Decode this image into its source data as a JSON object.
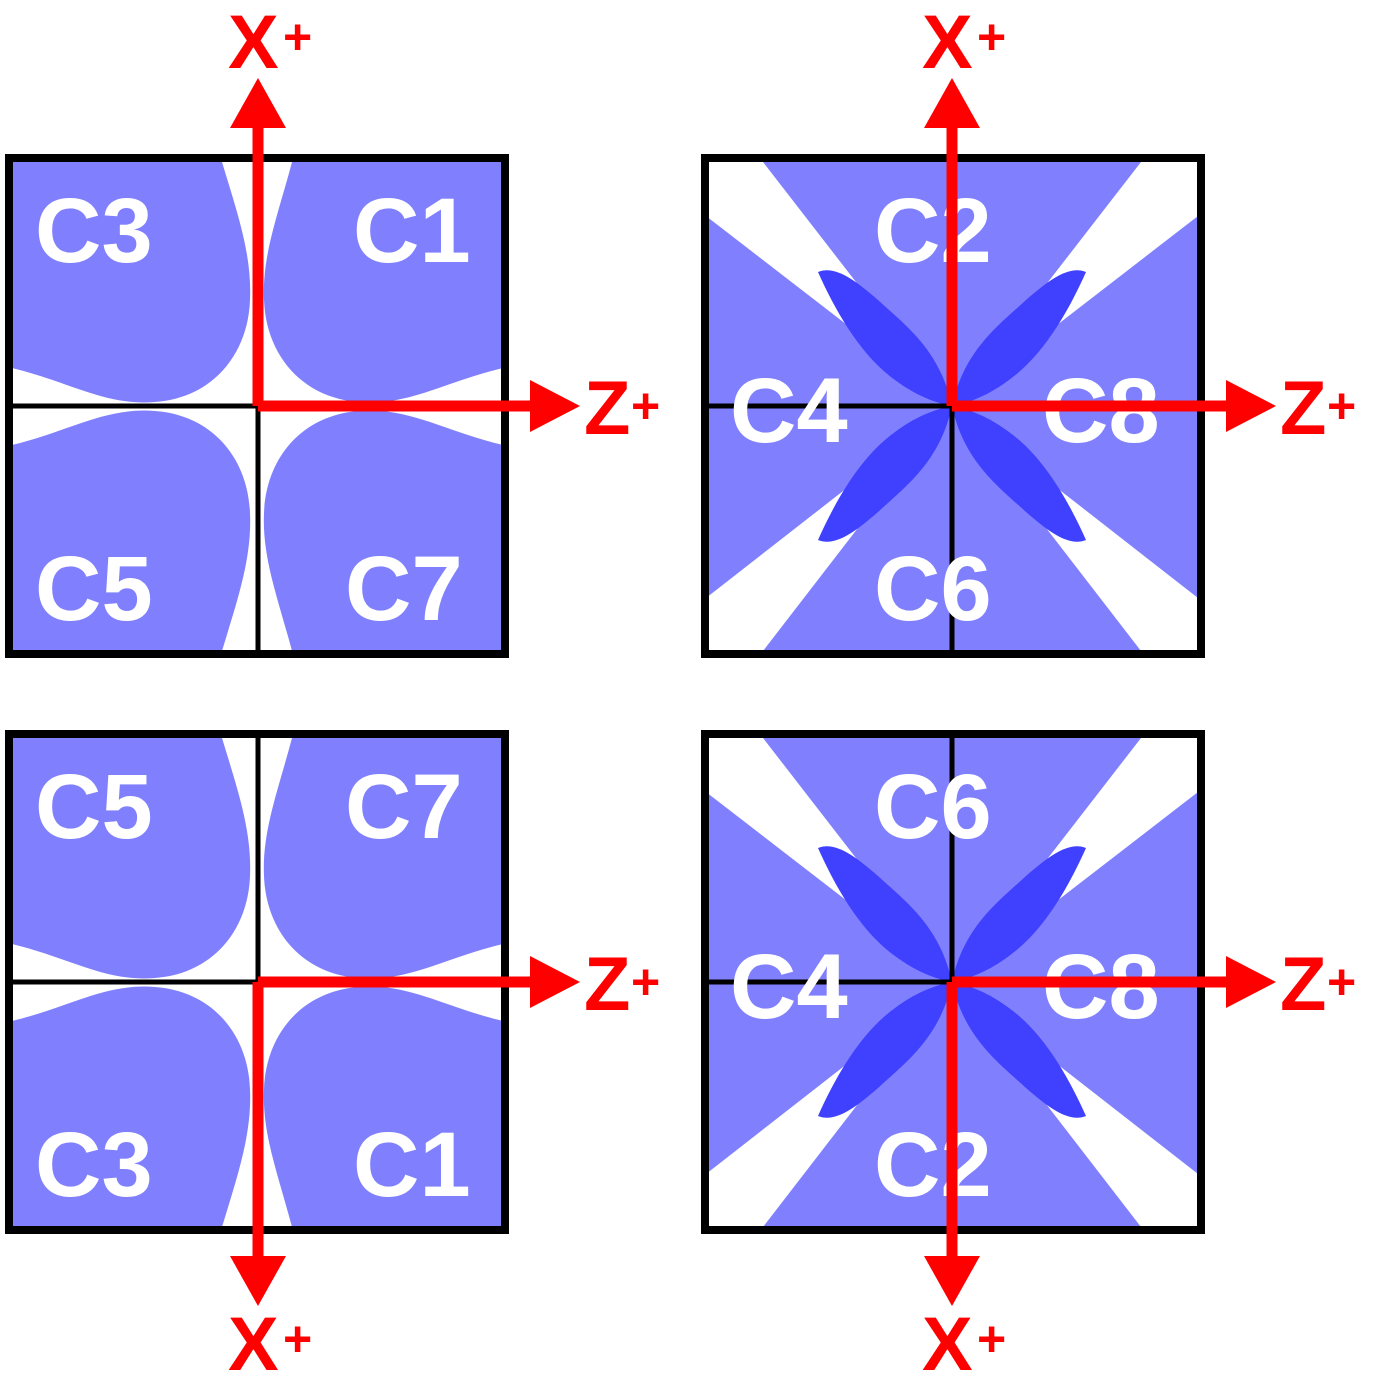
{
  "colors": {
    "lobe": "#8080ff",
    "lobe_overlap": "#4040ff",
    "frame": "#000000",
    "axis": "#ff0000",
    "label": "#ffffff"
  },
  "panels": [
    {
      "id": "top-left",
      "labels": {
        "top_left": "C3",
        "top_right": "C1",
        "bottom_left": "C5",
        "bottom_right": "C7"
      },
      "axis_x": {
        "text": "X",
        "plus": "+",
        "direction": "up"
      },
      "axis_z": {
        "text": "Z",
        "plus": "+"
      }
    },
    {
      "id": "top-right",
      "labels": {
        "top": "C2",
        "left": "C4",
        "right": "C8",
        "bottom": "C6"
      },
      "axis_x": {
        "text": "X",
        "plus": "+",
        "direction": "up"
      },
      "axis_z": {
        "text": "Z",
        "plus": "+"
      }
    },
    {
      "id": "bottom-left",
      "labels": {
        "top_left": "C5",
        "top_right": "C7",
        "bottom_left": "C3",
        "bottom_right": "C1"
      },
      "axis_x": {
        "text": "X",
        "plus": "+",
        "direction": "down"
      },
      "axis_z": {
        "text": "Z",
        "plus": "+"
      }
    },
    {
      "id": "bottom-right",
      "labels": {
        "top": "C6",
        "left": "C4",
        "right": "C8",
        "bottom": "C2"
      },
      "axis_x": {
        "text": "X",
        "plus": "+",
        "direction": "down"
      },
      "axis_z": {
        "text": "Z",
        "plus": "+"
      }
    }
  ]
}
